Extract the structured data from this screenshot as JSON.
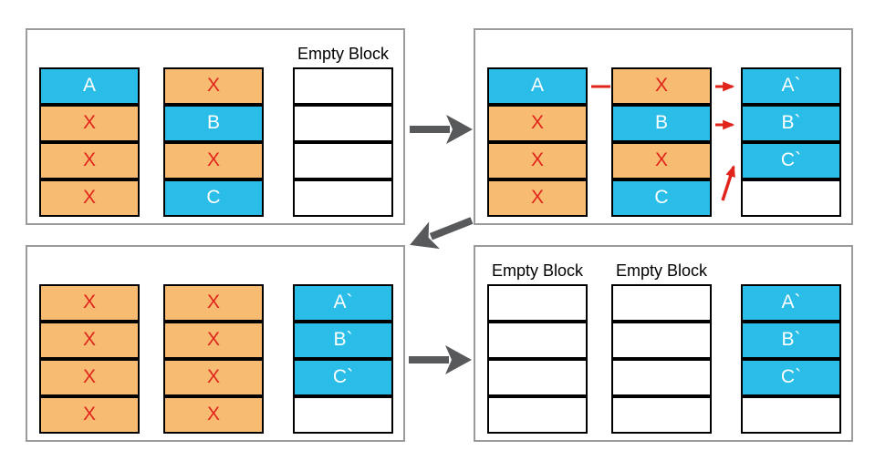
{
  "colors": {
    "valid_block": "#29bde8",
    "valid_text": "#ffffff",
    "invalid_block": "#f8bb72",
    "invalid_text": "#e0241b",
    "empty_block": "#ffffff",
    "cell_border": "#000000",
    "panel_border": "#9b9b9b",
    "flow_arrow": "#58595b",
    "copy_arrow": "#e0241b",
    "label_text": "#000000"
  },
  "labels": {
    "empty_block": "Empty Block"
  },
  "panels": [
    {
      "name": "step-1",
      "columns": [
        {
          "header": "",
          "cells": [
            {
              "text": "A",
              "type": "valid"
            },
            {
              "text": "X",
              "type": "invalid"
            },
            {
              "text": "X",
              "type": "invalid"
            },
            {
              "text": "X",
              "type": "invalid"
            }
          ]
        },
        {
          "header": "",
          "cells": [
            {
              "text": "X",
              "type": "invalid"
            },
            {
              "text": "B",
              "type": "valid"
            },
            {
              "text": "X",
              "type": "invalid"
            },
            {
              "text": "C",
              "type": "valid"
            }
          ]
        },
        {
          "header": "Empty Block",
          "cells": [
            {
              "text": "",
              "type": "empty"
            },
            {
              "text": "",
              "type": "empty"
            },
            {
              "text": "",
              "type": "empty"
            },
            {
              "text": "",
              "type": "empty"
            }
          ]
        }
      ]
    },
    {
      "name": "step-2",
      "columns": [
        {
          "header": "",
          "cells": [
            {
              "text": "A",
              "type": "valid"
            },
            {
              "text": "X",
              "type": "invalid"
            },
            {
              "text": "X",
              "type": "invalid"
            },
            {
              "text": "X",
              "type": "invalid"
            }
          ]
        },
        {
          "header": "",
          "cells": [
            {
              "text": "X",
              "type": "invalid"
            },
            {
              "text": "B",
              "type": "valid"
            },
            {
              "text": "X",
              "type": "invalid"
            },
            {
              "text": "C",
              "type": "valid"
            }
          ]
        },
        {
          "header": "",
          "cells": [
            {
              "text": "A`",
              "type": "valid"
            },
            {
              "text": "B`",
              "type": "valid"
            },
            {
              "text": "C`",
              "type": "valid"
            },
            {
              "text": "",
              "type": "empty"
            }
          ]
        }
      ]
    },
    {
      "name": "step-3",
      "columns": [
        {
          "header": "",
          "cells": [
            {
              "text": "X",
              "type": "invalid"
            },
            {
              "text": "X",
              "type": "invalid"
            },
            {
              "text": "X",
              "type": "invalid"
            },
            {
              "text": "X",
              "type": "invalid"
            }
          ]
        },
        {
          "header": "",
          "cells": [
            {
              "text": "X",
              "type": "invalid"
            },
            {
              "text": "X",
              "type": "invalid"
            },
            {
              "text": "X",
              "type": "invalid"
            },
            {
              "text": "X",
              "type": "invalid"
            }
          ]
        },
        {
          "header": "",
          "cells": [
            {
              "text": "A`",
              "type": "valid"
            },
            {
              "text": "B`",
              "type": "valid"
            },
            {
              "text": "C`",
              "type": "valid"
            },
            {
              "text": "",
              "type": "empty"
            }
          ]
        }
      ]
    },
    {
      "name": "step-4",
      "columns": [
        {
          "header": "Empty Block",
          "cells": [
            {
              "text": "",
              "type": "empty"
            },
            {
              "text": "",
              "type": "empty"
            },
            {
              "text": "",
              "type": "empty"
            },
            {
              "text": "",
              "type": "empty"
            }
          ]
        },
        {
          "header": "Empty Block",
          "cells": [
            {
              "text": "",
              "type": "empty"
            },
            {
              "text": "",
              "type": "empty"
            },
            {
              "text": "",
              "type": "empty"
            },
            {
              "text": "",
              "type": "empty"
            }
          ]
        },
        {
          "header": "",
          "cells": [
            {
              "text": "A`",
              "type": "valid"
            },
            {
              "text": "B`",
              "type": "valid"
            },
            {
              "text": "C`",
              "type": "valid"
            },
            {
              "text": "",
              "type": "empty"
            }
          ]
        }
      ]
    }
  ],
  "flow_arrows": [
    {
      "name": "step-1-to-step-2",
      "direction": "right"
    },
    {
      "name": "step-2-to-step-3",
      "direction": "down-left"
    },
    {
      "name": "step-3-to-step-4",
      "direction": "right"
    }
  ],
  "copy_arrows": [
    {
      "from": "A",
      "to": "A`"
    },
    {
      "from": "B",
      "to": "B`"
    },
    {
      "from": "C",
      "to": "C`"
    }
  ]
}
